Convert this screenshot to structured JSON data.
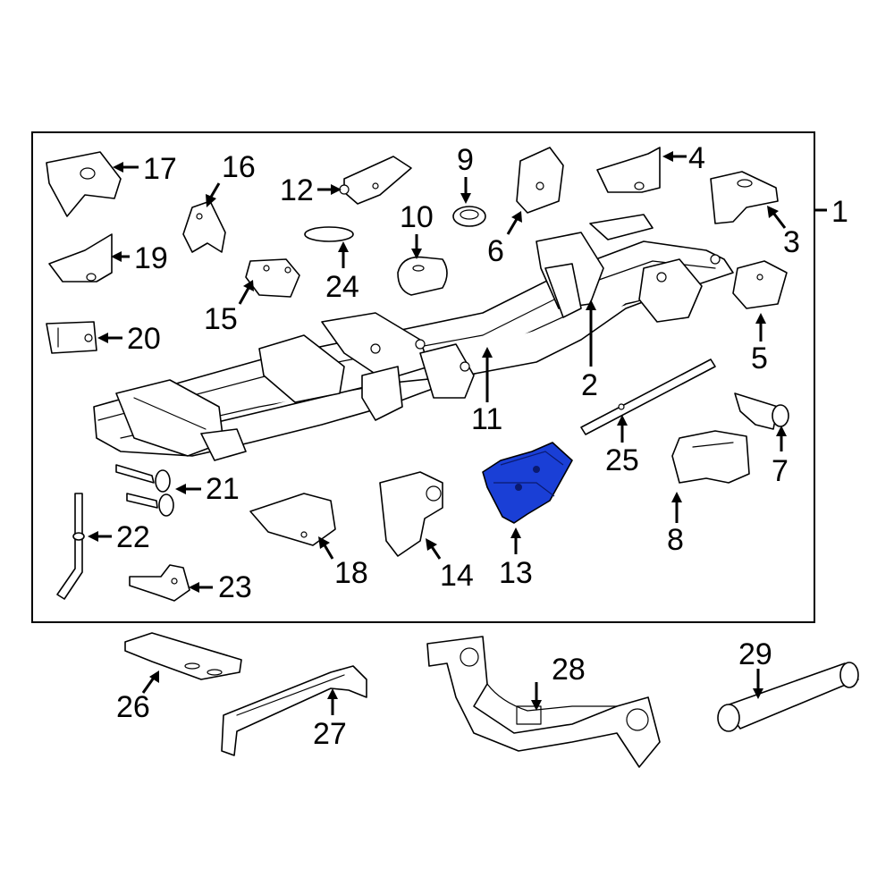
{
  "diagram": {
    "highlight_color": "#1a3fd6",
    "highlighted_part": "13",
    "callouts": {
      "c1": "1",
      "c2": "2",
      "c3": "3",
      "c4": "4",
      "c5": "5",
      "c6": "6",
      "c7": "7",
      "c8": "8",
      "c9": "9",
      "c10": "10",
      "c11": "11",
      "c12": "12",
      "c13": "13",
      "c14": "14",
      "c15": "15",
      "c16": "16",
      "c17": "17",
      "c18": "18",
      "c19": "19",
      "c20": "20",
      "c21": "21",
      "c22": "22",
      "c23": "23",
      "c24": "24",
      "c25": "25",
      "c26": "26",
      "c27": "27",
      "c28": "28",
      "c29": "29"
    }
  }
}
